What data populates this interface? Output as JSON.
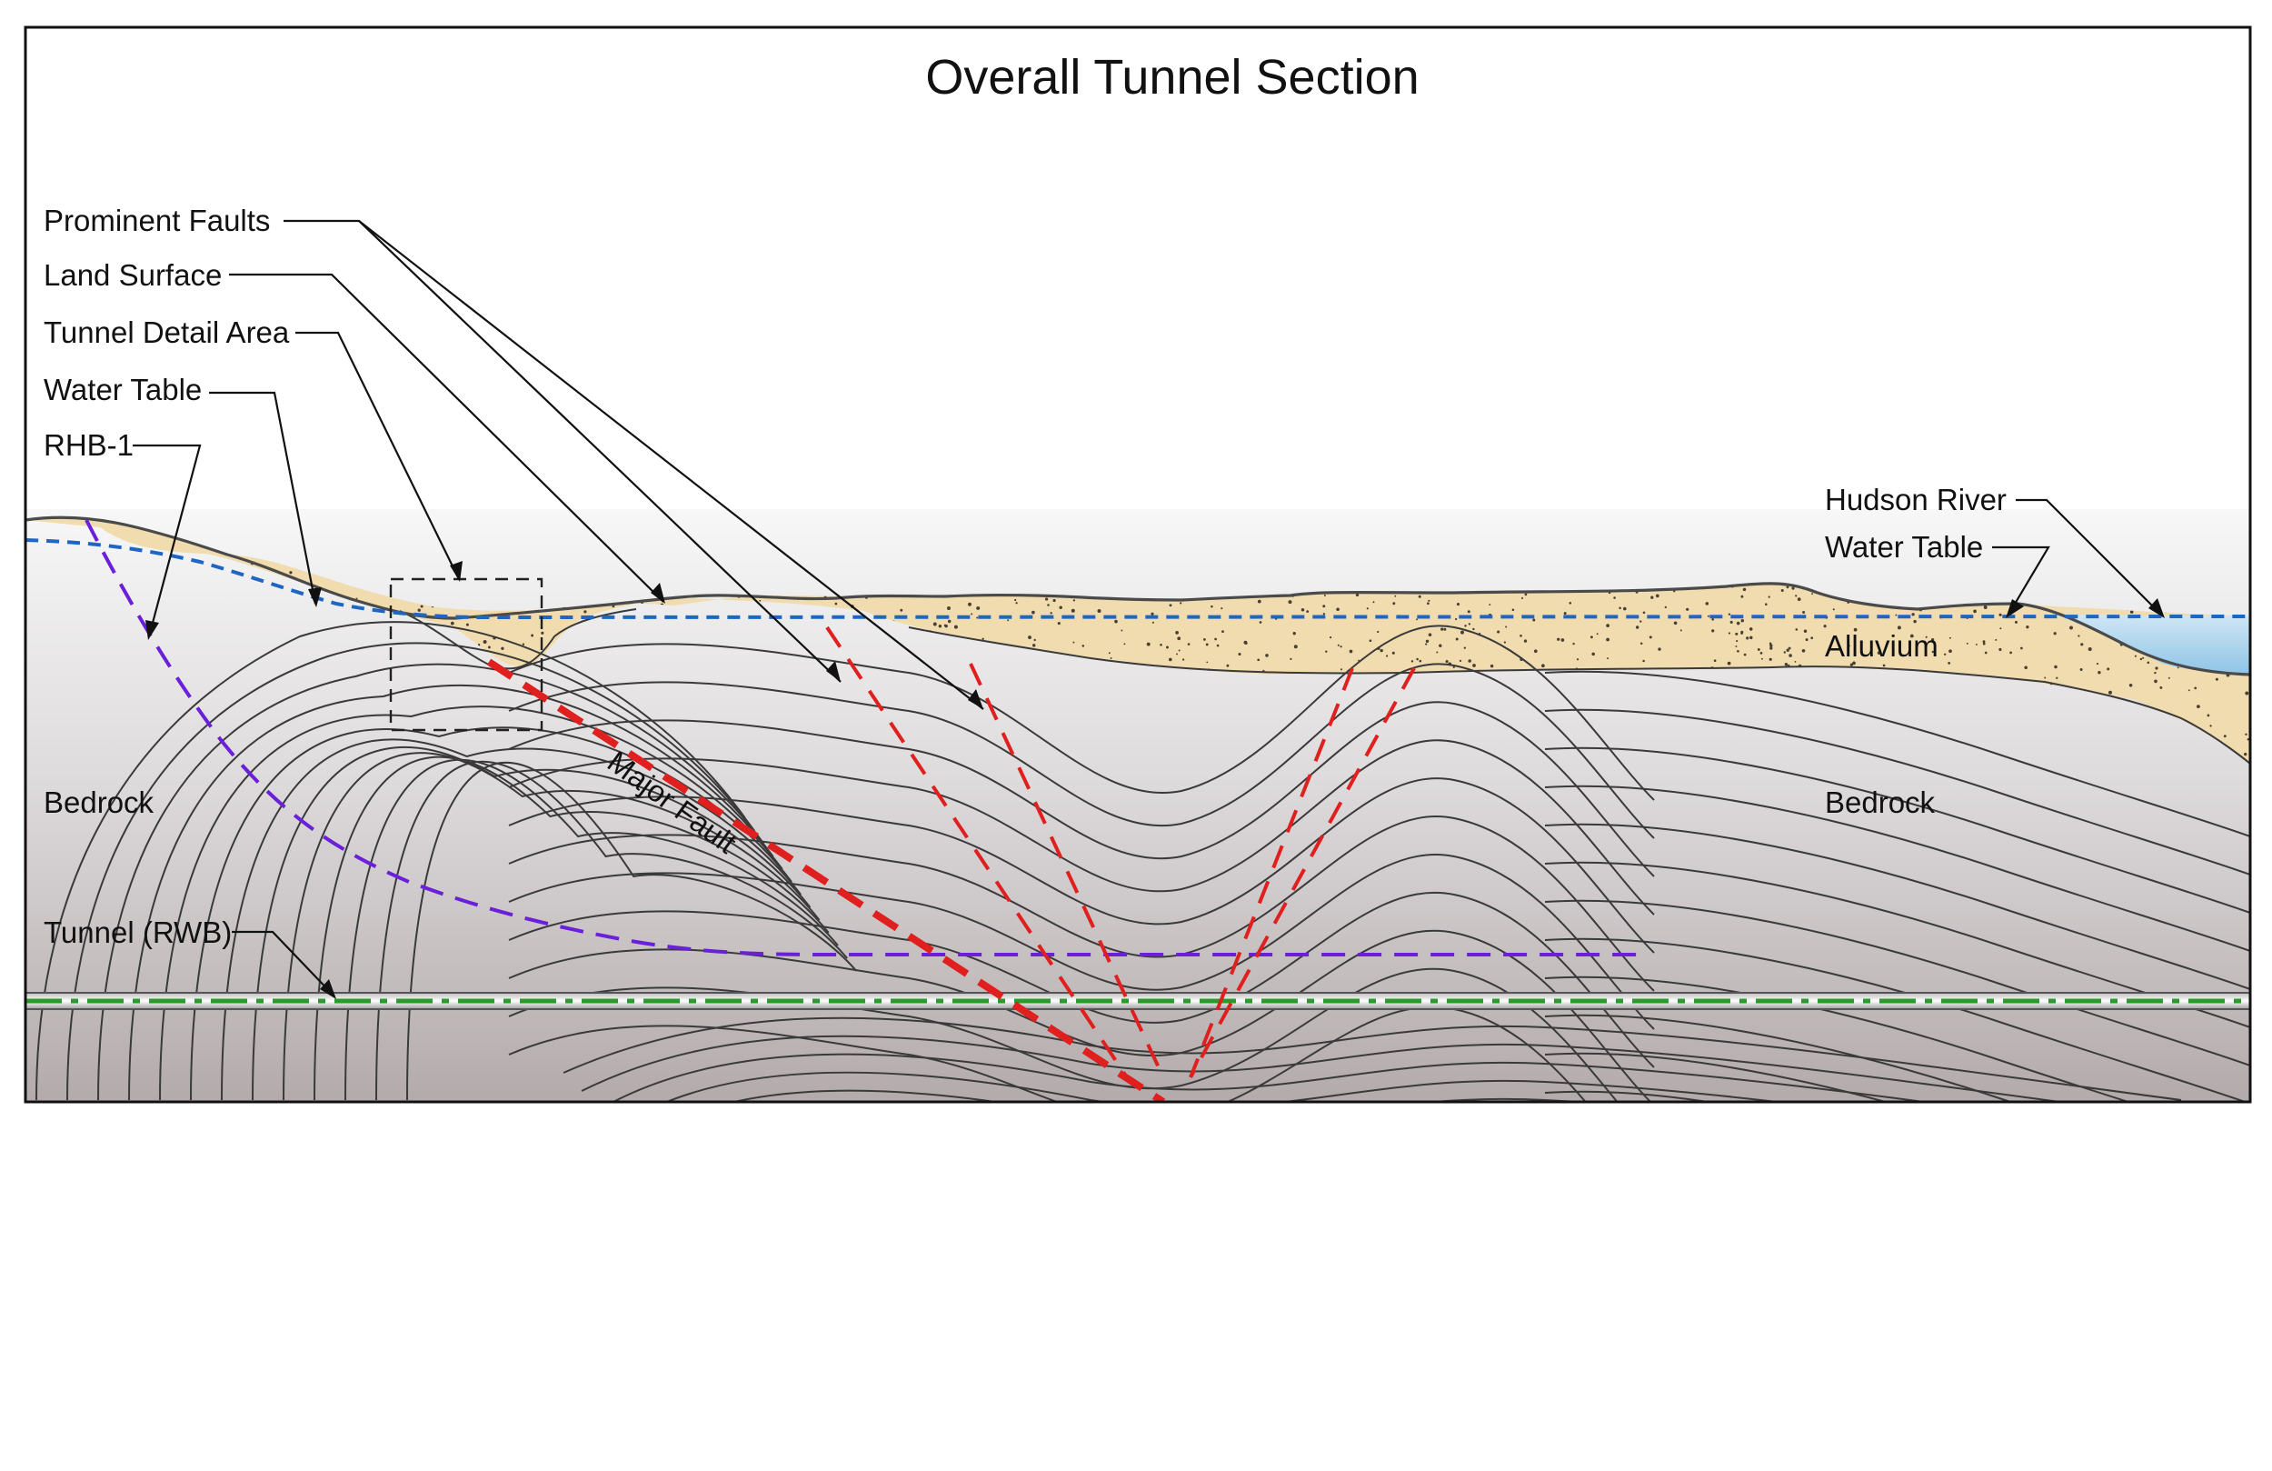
{
  "title": "Overall Tunnel Section",
  "callouts": {
    "prominent_faults": "Prominent Faults",
    "land_surface": "Land Surface",
    "tunnel_detail_area": "Tunnel Detail Area",
    "water_table": "Water Table",
    "rhb1": "RHB-1",
    "tunnel_rwb": "Tunnel (RWB)",
    "hudson_river": "Hudson River",
    "water_table_right": "Water Table"
  },
  "regions": {
    "bedrock_left": "Bedrock",
    "bedrock_right": "Bedrock",
    "alluvium": "Alluvium",
    "major_fault": "Major Fault"
  },
  "colors": {
    "alluvium": "#f0dcae",
    "river": "#a9d3ec",
    "water_table": "#1f66c4",
    "rhb1": "#6a1fd8",
    "faults": "#e01f1f",
    "tunnel_axis": "#2a9a2a",
    "bedrock_top": "#f7f7f8",
    "bedrock_bottom": "#b2a9aa"
  }
}
